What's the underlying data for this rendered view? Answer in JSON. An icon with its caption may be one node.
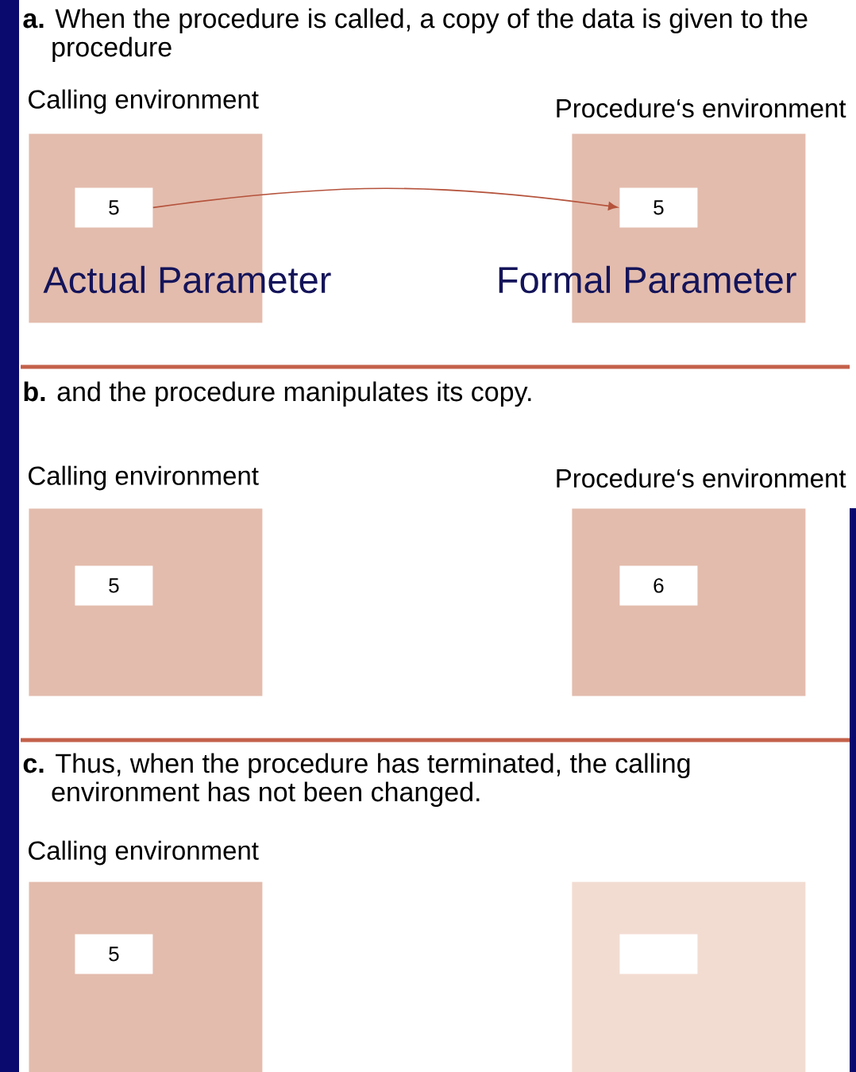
{
  "diagram": {
    "nodes": [
      {
        "text": [
          "Calling environment"
        ]
      },
      {
        "text": [
          "5"
        ],
        "in": 0,
        "beside": [
          "Actual Parameter"
        ]
      },
      {
        "text": [
          "Procedure‘s environment"
        ]
      },
      {
        "text": [
          "5"
        ],
        "in": 2,
        "beside": [
          "Formal Parameter"
        ]
      },
      {
        "text": [
          "Calling environment"
        ]
      },
      {
        "text": [
          "5"
        ],
        "in": 4
      },
      {
        "text": [
          "Procedure‘s environment"
        ]
      },
      {
        "text": [
          "6"
        ],
        "in": 6
      },
      {
        "text": [
          "Calling environment"
        ]
      },
      {
        "text": [
          "5"
        ],
        "in": 8
      },
      {
        "text": [],
        "shape": "box"
      },
      {
        "text": [],
        "shape": "box",
        "in": 10
      }
    ],
    "edges": [
      {
        "from": 1,
        "to": 3,
        "arrow": "to"
      }
    ],
    "labels": [
      "**a.** When the procedure is called, a copy of the data is given to the procedure",
      "**b.** and the procedure manipulates its copy.",
      "**c.** Thus, when the procedure has terminated, the calling environment has not been changed."
    ]
  }
}
